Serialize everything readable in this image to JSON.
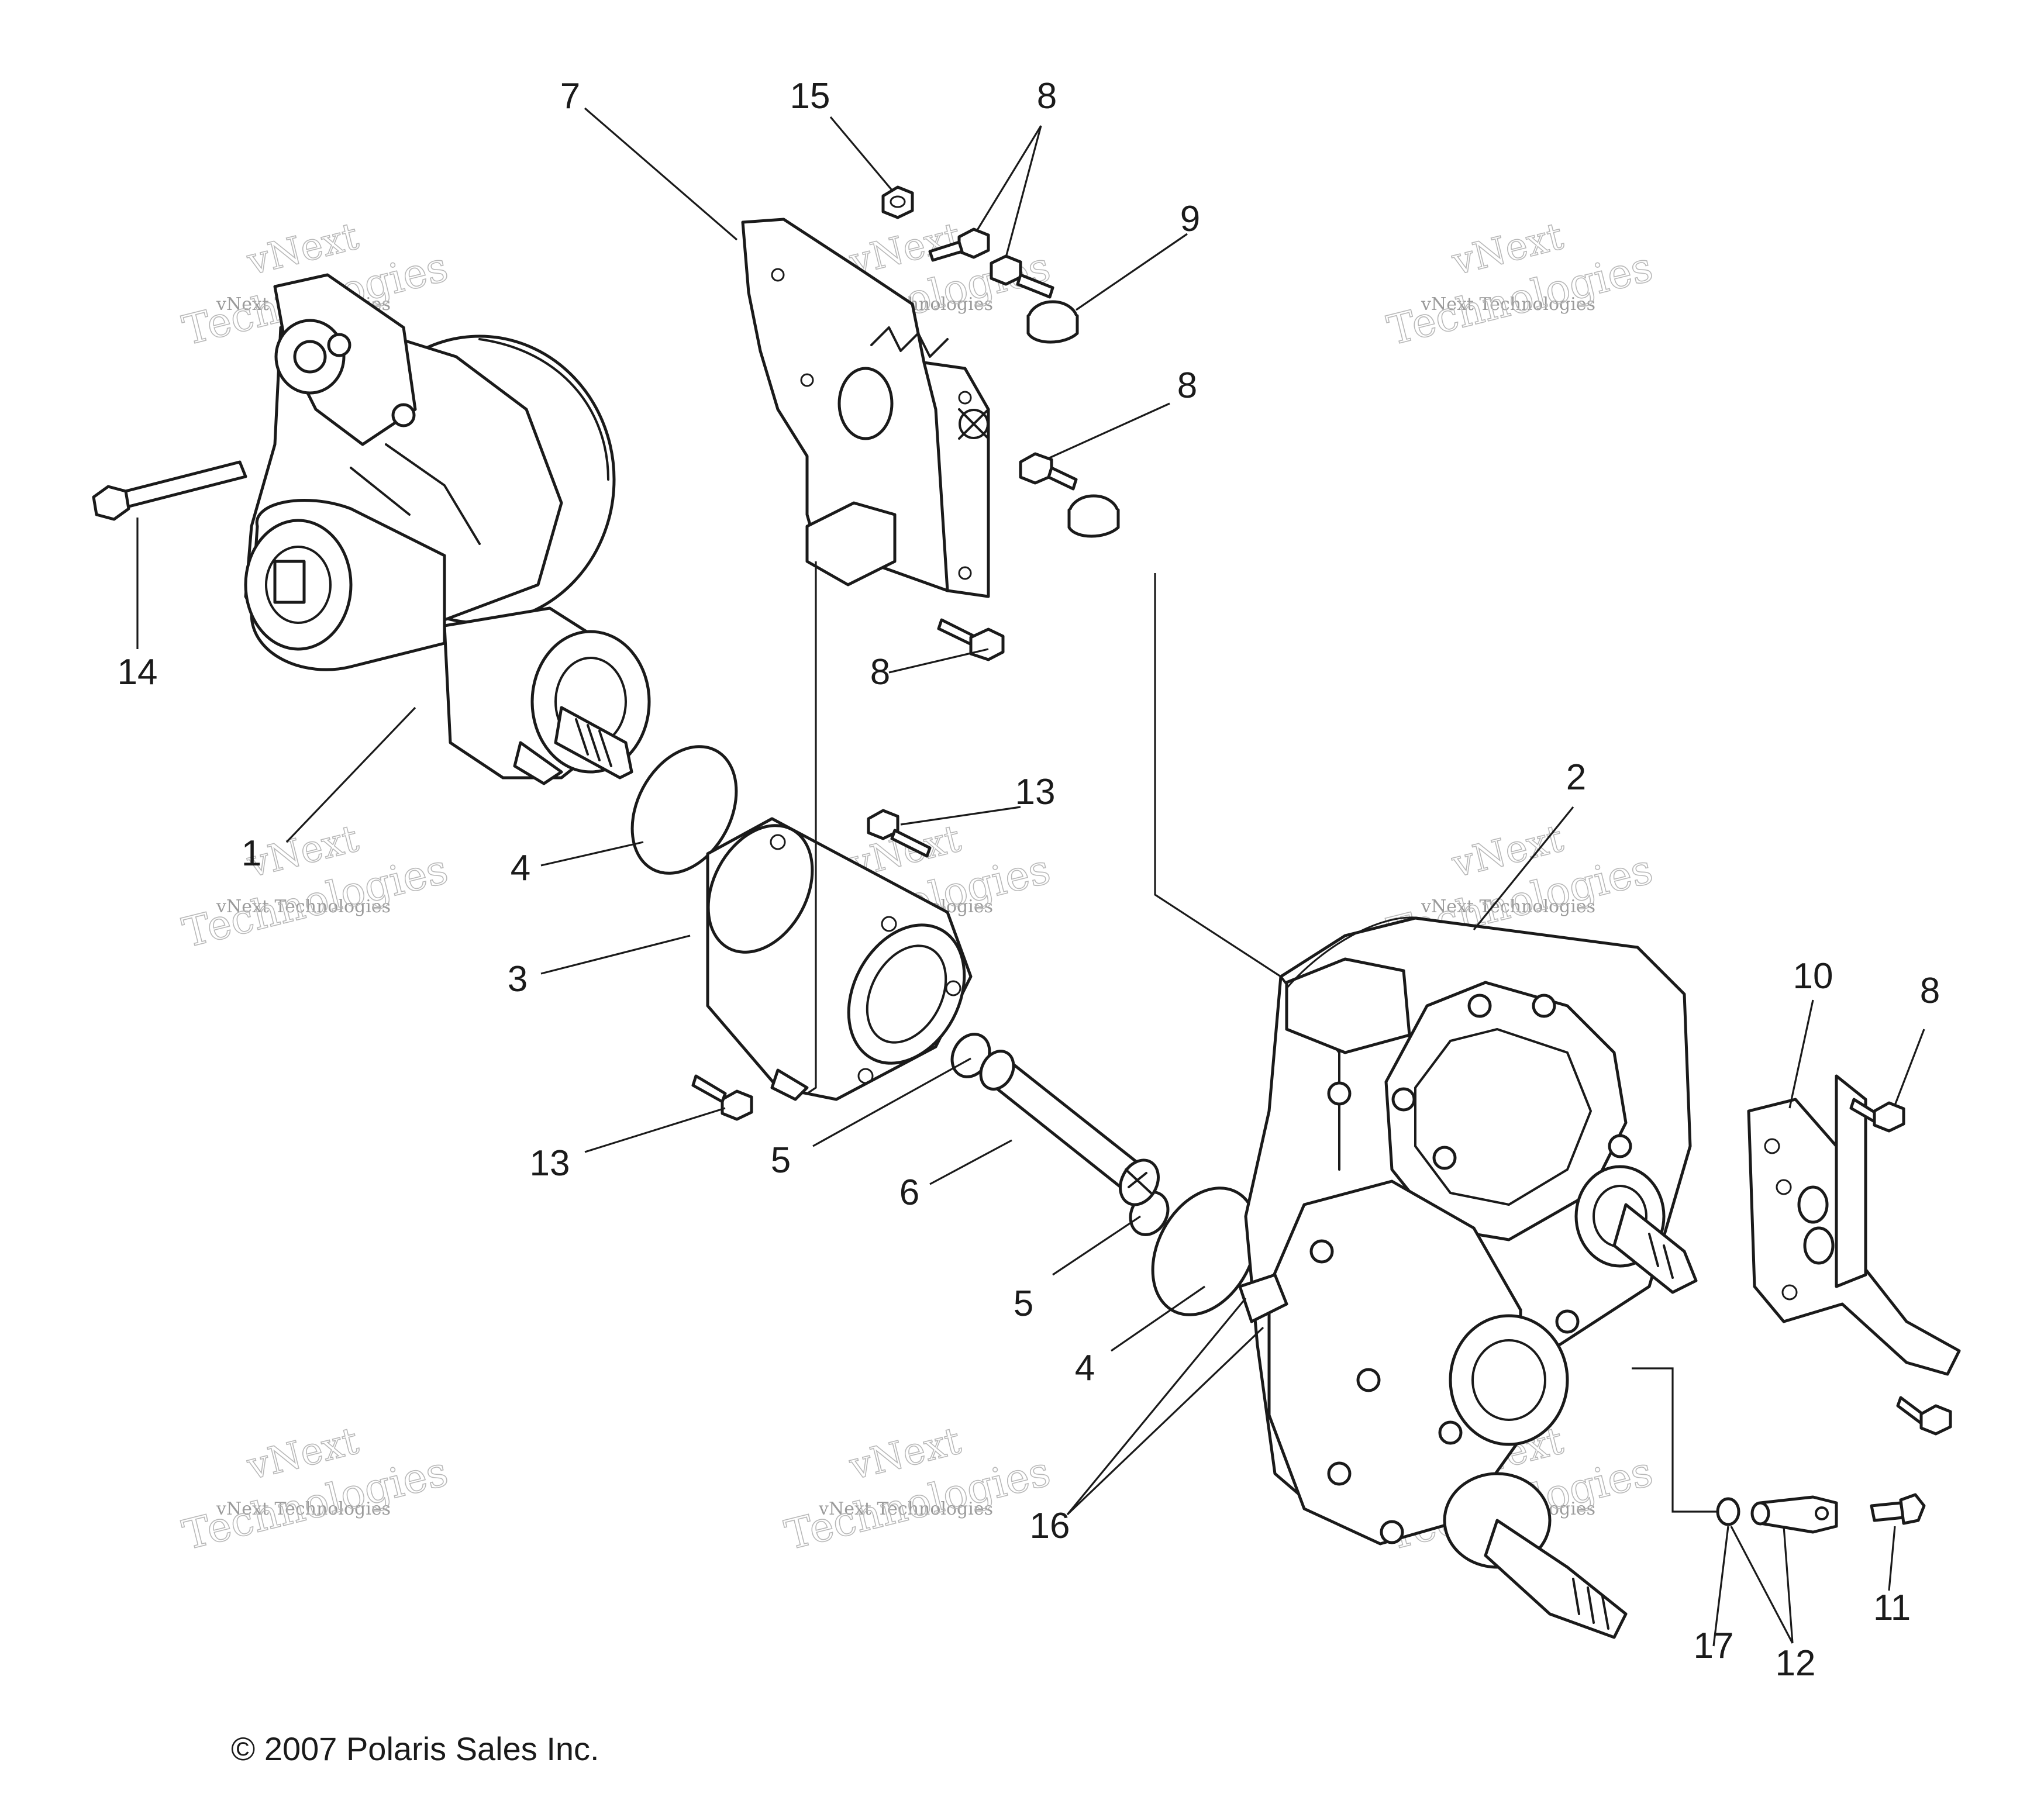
{
  "diagram": {
    "callouts": [
      "7",
      "15",
      "8",
      "8",
      "9",
      "8",
      "14",
      "8",
      "1",
      "4",
      "13",
      "3",
      "13",
      "2",
      "10",
      "8",
      "5",
      "6",
      "5",
      "4",
      "16",
      "17",
      "12",
      "11"
    ],
    "watermark": {
      "line1": "vNext",
      "line2": "vNext Technologies",
      "line3": "Technologies"
    },
    "copyright": "© 2007 Polaris Sales Inc."
  }
}
